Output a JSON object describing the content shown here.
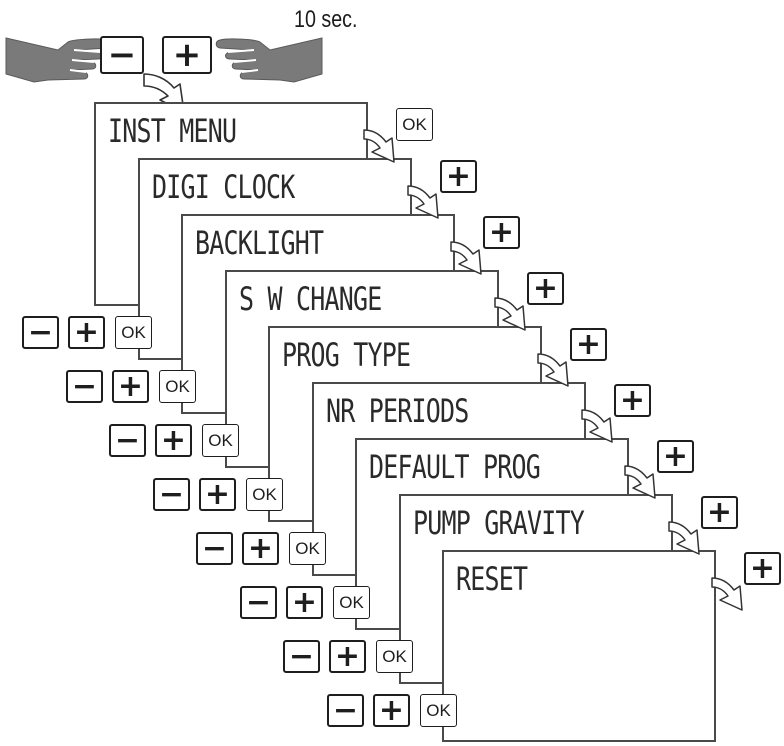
{
  "top": {
    "hold_duration": "10 sec.",
    "minus_key": "−",
    "plus_key": "+"
  },
  "screens": [
    {
      "label": "INST MENU",
      "nav_key": "OK"
    },
    {
      "label": "DIGI CLOCK",
      "nav_key": "+"
    },
    {
      "label": "BACKLIGHT",
      "nav_key": "+"
    },
    {
      "label": "S W CHANGE",
      "nav_key": "+"
    },
    {
      "label": "PROG TYPE",
      "nav_key": "+"
    },
    {
      "label": "NR PERIODS",
      "nav_key": "+"
    },
    {
      "label": "DEFAULT PROG",
      "nav_key": "+"
    },
    {
      "label": "PUMP GRAVITY",
      "nav_key": "+"
    },
    {
      "label": "RESET",
      "nav_key": "+"
    }
  ],
  "controls": {
    "minus": "−",
    "plus": "+",
    "ok": "OK"
  },
  "control_rows": 8,
  "colors": {
    "line": "#4a4a4a",
    "key_border": "#1e1e1e",
    "hand_fill": "#777777"
  }
}
